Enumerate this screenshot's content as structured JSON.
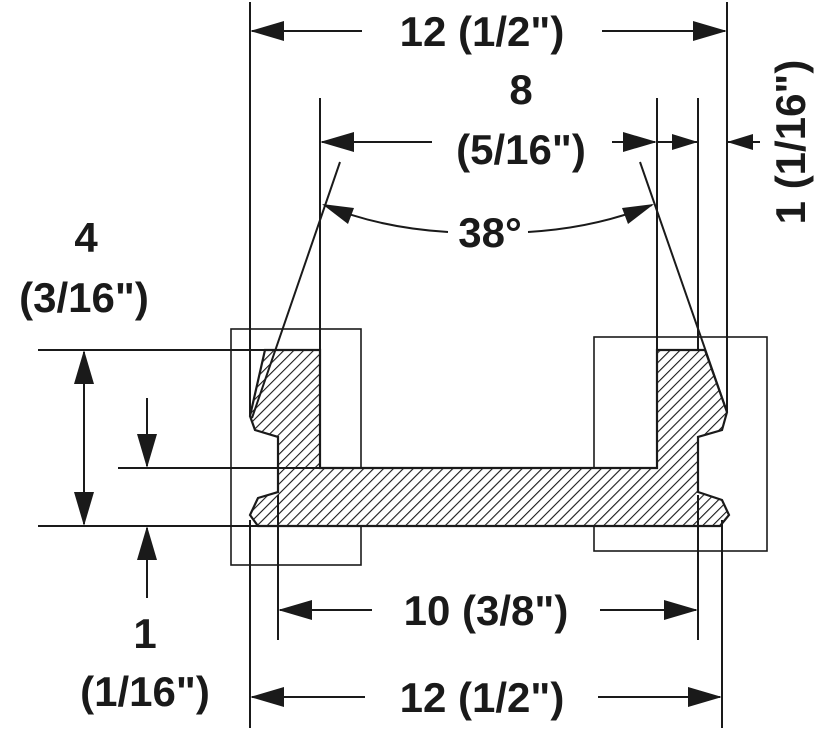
{
  "dimensions": {
    "top_width": "12 (1/2\")",
    "slot_width_mm": "8",
    "slot_width_in": "(5/16\")",
    "angle": "38°",
    "lip": "1 (1/16\")",
    "height_mm": "4",
    "height_in": "(3/16\")",
    "base_mm": "1",
    "base_in": "(1/16\")",
    "inner_bottom": "10 (3/8\")",
    "bottom_width": "12 (1/2\")"
  },
  "colors": {
    "ink": "#1a1a1a",
    "background": "#ffffff"
  }
}
